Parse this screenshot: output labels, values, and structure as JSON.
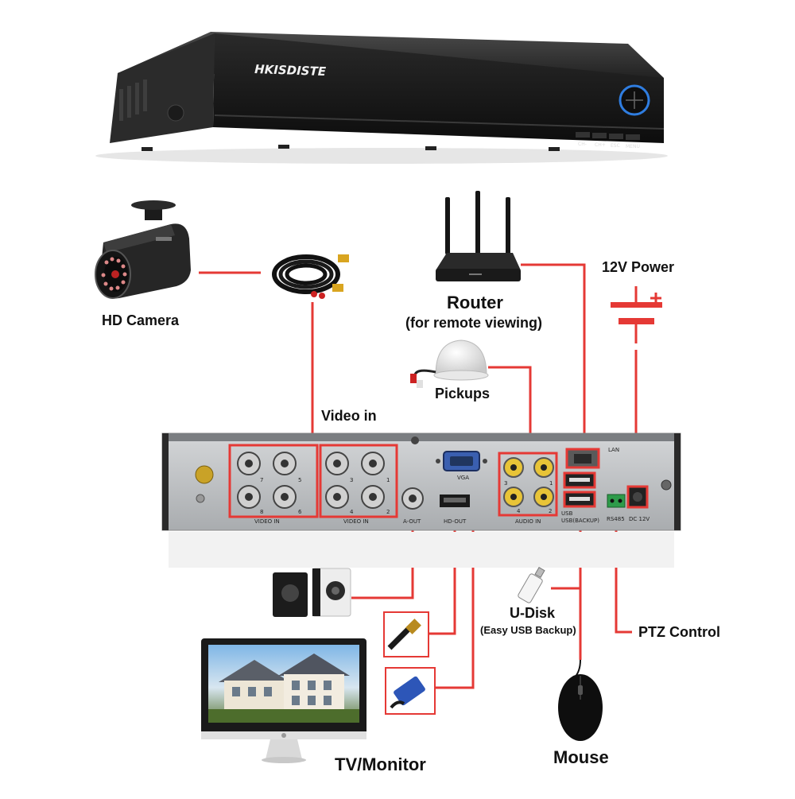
{
  "dvr": {
    "brand": "HKISDISTE",
    "front_buttons": [
      "CH-",
      "CH+",
      "ESC",
      "MENU"
    ]
  },
  "rear_panel": {
    "video_in_label_left": "VIDEO IN",
    "video_in_label_right": "VIDEO IN",
    "bnc_numbers_left": [
      "7",
      "5",
      "8",
      "6"
    ],
    "bnc_numbers_right": [
      "3",
      "1",
      "4",
      "2"
    ],
    "vga_label": "VGA",
    "a_out_label": "A-OUT",
    "hd_out_label": "HD-OUT",
    "audio_in_label": "AUDIO IN",
    "audio_numbers": [
      "3",
      "1",
      "4",
      "2"
    ],
    "lan_label": "LAN",
    "usb_labels": [
      "USB",
      "USB(BACKUP)"
    ],
    "rs485_label": "RS485",
    "dc_label": "DC 12V"
  },
  "labels": {
    "hd_camera": "HD Camera",
    "router": "Router",
    "router_sub": "(for remote viewing)",
    "power": "12V Power",
    "pickups": "Pickups",
    "video_in": "Video in",
    "u_disk": "U-Disk",
    "u_disk_sub": "(Easy USB Backup)",
    "ptz": "PTZ Control",
    "tv_monitor": "TV/Monitor",
    "mouse": "Mouse"
  },
  "colors": {
    "connector_red": "#e53935",
    "device_black": "#1c1c1c",
    "panel_grey": "#b9bcbf"
  }
}
